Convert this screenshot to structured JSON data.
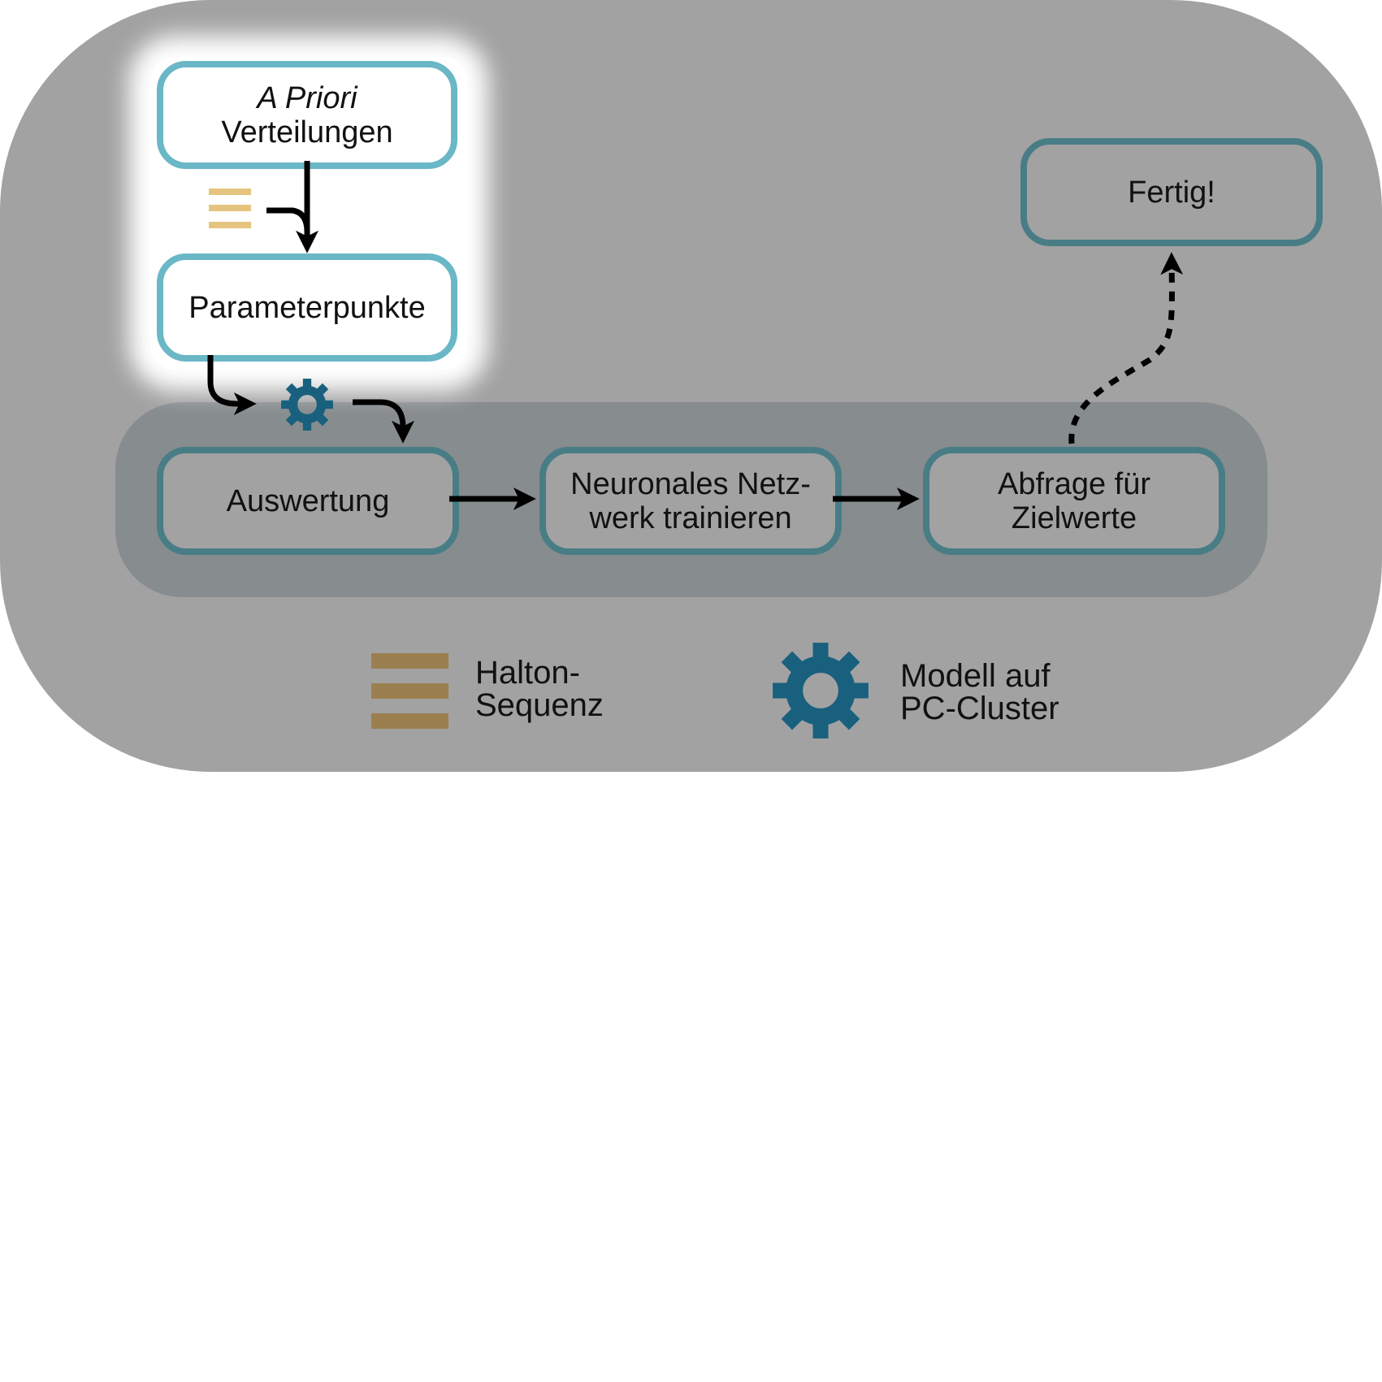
{
  "nodes": {
    "a_priori": {
      "line1": "A Priori",
      "line2": "Verteilungen"
    },
    "parameterpunkte": {
      "line1": "Parameterpunkte"
    },
    "auswertung": {
      "line1": "Auswertung"
    },
    "netz": {
      "line1": "Neuronales Netz-",
      "line2": "werk trainieren"
    },
    "abfrage": {
      "line1": "Abfrage für",
      "line2": "Zielwerte"
    },
    "fertig": {
      "line1": "Fertig!"
    }
  },
  "legend": {
    "halton": {
      "line1": "Halton-",
      "line2": "Sequenz",
      "icon": "halton-sequence-icon"
    },
    "cluster": {
      "line1": "Modell auf",
      "line2": "PC-Cluster",
      "icon": "gear-icon"
    }
  },
  "colors": {
    "outer_panel": "#a2a2a2",
    "inner_band": "#878c8e",
    "light_border": "#6ab7c6",
    "dark_border": "#487d86",
    "gear": "#18607e",
    "halton_small": "#e4c47f",
    "halton_legend": "#9b7f4f",
    "arrow": "#000000"
  }
}
